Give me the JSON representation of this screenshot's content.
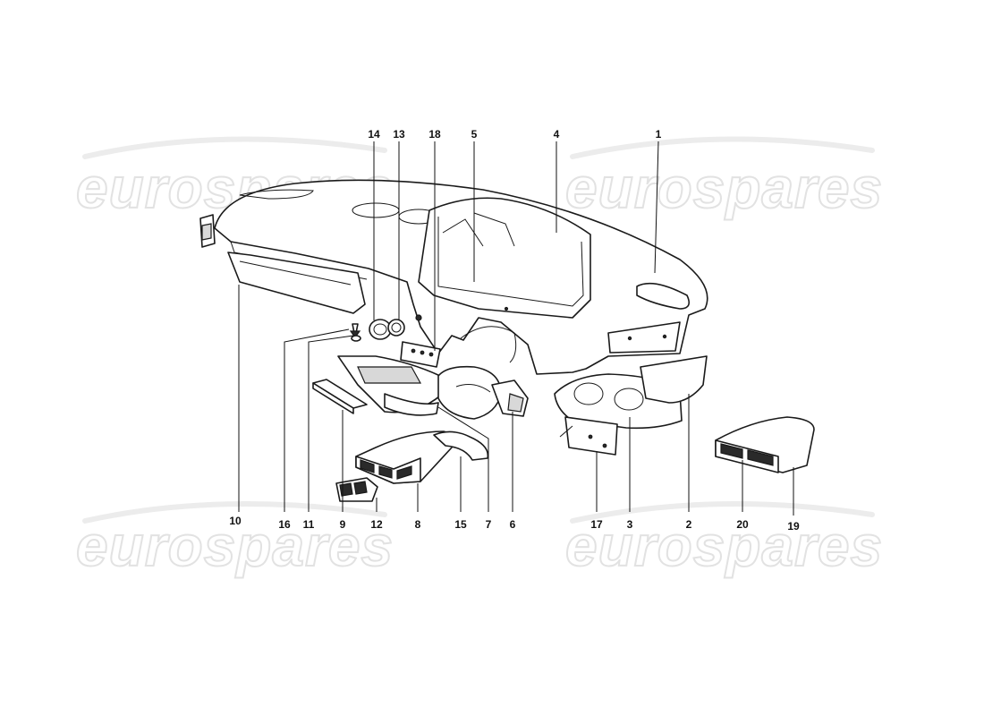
{
  "watermark": {
    "text": "eurospares",
    "color": "#e2e2e2"
  },
  "callouts": [
    {
      "id": "c1",
      "label": "1"
    },
    {
      "id": "c2",
      "label": "2"
    },
    {
      "id": "c3",
      "label": "3"
    },
    {
      "id": "c4",
      "label": "4"
    },
    {
      "id": "c5",
      "label": "5"
    },
    {
      "id": "c6",
      "label": "6"
    },
    {
      "id": "c7",
      "label": "7"
    },
    {
      "id": "c8",
      "label": "8"
    },
    {
      "id": "c9",
      "label": "9"
    },
    {
      "id": "c10",
      "label": "10"
    },
    {
      "id": "c11",
      "label": "11"
    },
    {
      "id": "c12",
      "label": "12"
    },
    {
      "id": "c13",
      "label": "13"
    },
    {
      "id": "c14",
      "label": "14"
    },
    {
      "id": "c15",
      "label": "15"
    },
    {
      "id": "c16",
      "label": "16"
    },
    {
      "id": "c17",
      "label": "17"
    },
    {
      "id": "c18",
      "label": "18"
    },
    {
      "id": "c19",
      "label": "19"
    },
    {
      "id": "c20",
      "label": "20"
    }
  ],
  "colors": {
    "line": "#1a1a1a",
    "background": "#ffffff"
  }
}
